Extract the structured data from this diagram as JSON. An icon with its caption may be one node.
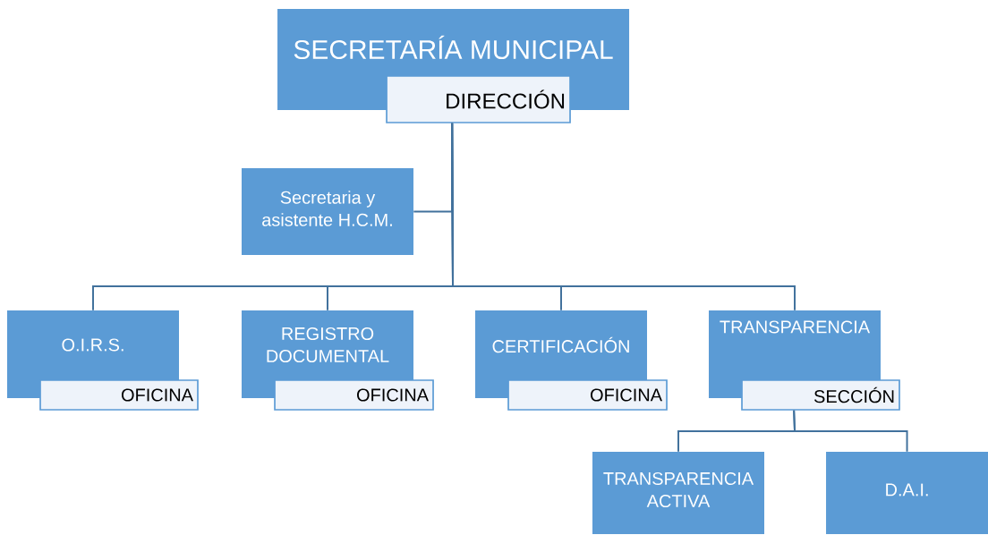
{
  "diagram": {
    "nodes": [
      {
        "text": [
          "SECRETARÍA MUNICIPAL"
        ]
      },
      {
        "text": [
          "DIRECCIÓN"
        ]
      },
      {
        "text": [
          "Secretaria y asistente H.C.M."
        ]
      },
      {
        "text": [
          "O.I.R.S."
        ]
      },
      {
        "text": [
          "OFICINA"
        ]
      },
      {
        "text": [
          "REGISTRO DOCUMENTAL"
        ]
      },
      {
        "text": [
          "OFICINA"
        ]
      },
      {
        "text": [
          "CERTIFICACIÓN"
        ]
      },
      {
        "text": [
          "OFICINA"
        ]
      },
      {
        "text": [
          "TRANSPARENCIA"
        ]
      },
      {
        "text": [
          "SECCIÓN"
        ]
      },
      {
        "text": [
          "TRANSPARENCIA ACTIVA"
        ]
      },
      {
        "text": [
          "D.A.I."
        ]
      }
    ],
    "edges": [
      {
        "from": 1,
        "to": 2,
        "arrow": "none"
      },
      {
        "from": 1,
        "to": 3,
        "arrow": "none"
      },
      {
        "from": 1,
        "to": 5,
        "arrow": "none"
      },
      {
        "from": 1,
        "to": 7,
        "arrow": "none"
      },
      {
        "from": 1,
        "to": 9,
        "arrow": "none"
      },
      {
        "from": 10,
        "to": 11,
        "arrow": "none"
      },
      {
        "from": 10,
        "to": 12,
        "arrow": "none"
      }
    ]
  }
}
